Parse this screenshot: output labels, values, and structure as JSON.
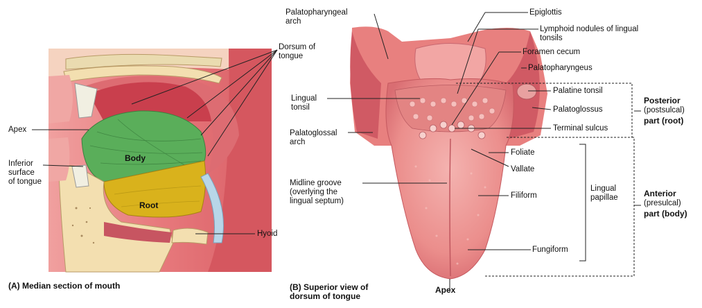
{
  "panel_a": {
    "caption": "(A) Median section of mouth",
    "labels": {
      "apex": "Apex",
      "dorsum": "Dorsum of\ntongue",
      "inferior": "Inferior\nsurface\nof tongue",
      "body": "Body",
      "root": "Root",
      "hyoid": "Hyoid"
    }
  },
  "panel_b": {
    "caption": "(B) Superior view of\ndorsum of tongue",
    "apex": "Apex",
    "left_labels": {
      "palatopharyngeal_arch": "Palatopharyngeal\narch",
      "lingual_tonsil": "Lingual\ntonsil",
      "palatoglossal_arch": "Palatoglossal\narch",
      "midline_groove": "Midline groove\n(overlying the\nlingual septum)"
    },
    "right_labels": {
      "epiglottis": "Epiglottis",
      "lymphoid": "Lymphoid nodules of lingual\ntonsils",
      "foramen_cecum": "Foramen cecum",
      "palatopharyngeus": "Palatopharyngeus",
      "palatine_tonsil": "Palatine tonsil",
      "palatoglossus": "Palatoglossus",
      "terminal_sulcus": "Terminal sulcus",
      "foliate": "Foliate",
      "vallate": "Vallate",
      "filiform": "Filiform",
      "fungiform": "Fungiform",
      "lingual_papillae": "Lingual\npapillae"
    },
    "regions": {
      "posterior": {
        "title": "Posterior",
        "sub": "(postsulcal)",
        "part": "part (root)"
      },
      "anterior": {
        "title": "Anterior",
        "sub": "(presulcal)",
        "part": "part (body)"
      }
    }
  },
  "colors": {
    "tissue": "#e8767a",
    "tissue_light": "#f2a6a4",
    "tongue_body": "#5aae5a",
    "tongue_root": "#d9b21c",
    "bone": "#f3dfb0",
    "tooth": "#f1efe2"
  }
}
